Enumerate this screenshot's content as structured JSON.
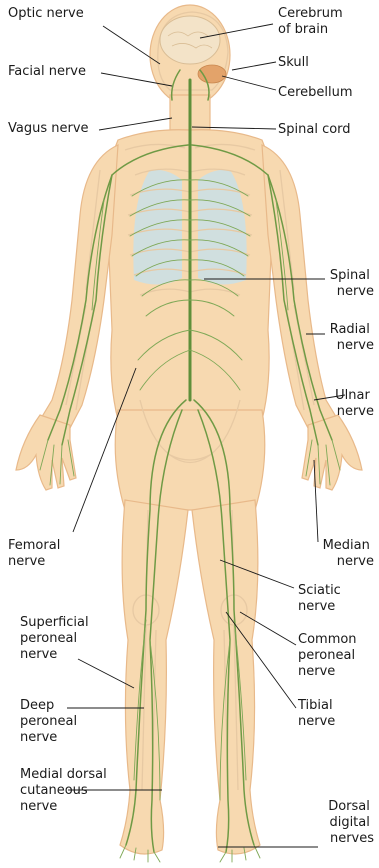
{
  "labels": {
    "optic_nerve": "Optic nerve",
    "facial_nerve": "Facial nerve",
    "vagus_nerve": "Vagus nerve",
    "cerebrum": [
      "Cerebrum",
      "of brain"
    ],
    "skull": "Skull",
    "cerebellum": "Cerebellum",
    "spinal_cord": "Spinal cord",
    "spinal_nerve": [
      "Spinal",
      "nerve"
    ],
    "radial_nerve": [
      "Radial",
      "nerve"
    ],
    "ulnar_nerve": [
      "Ulnar",
      "nerve"
    ],
    "femoral_nerve": [
      "Femoral",
      "nerve"
    ],
    "median_nerve": [
      "Median",
      "nerve"
    ],
    "sciatic_nerve": [
      "Sciatic",
      "nerve"
    ],
    "superficial_peroneal_nerve": [
      "Superficial",
      "peroneal",
      "nerve"
    ],
    "common_peroneal_nerve": [
      "Common",
      "peroneal",
      "nerve"
    ],
    "deep_peroneal_nerve": [
      "Deep",
      "peroneal",
      "nerve"
    ],
    "tibial_nerve": [
      "Tibial",
      "nerve"
    ],
    "medial_dorsal_cutaneous_nerve": [
      "Medial dorsal",
      "cutaneous",
      "nerve"
    ],
    "dorsal_digital_nerves": [
      "Dorsal",
      "digital",
      "nerves"
    ]
  },
  "colors": {
    "skin": "#f7d9b0",
    "nerve": "#6f9a45",
    "lung": "#c9dfe8",
    "brain": "#f3e3c8",
    "cerebellum": "#e3a36a"
  }
}
